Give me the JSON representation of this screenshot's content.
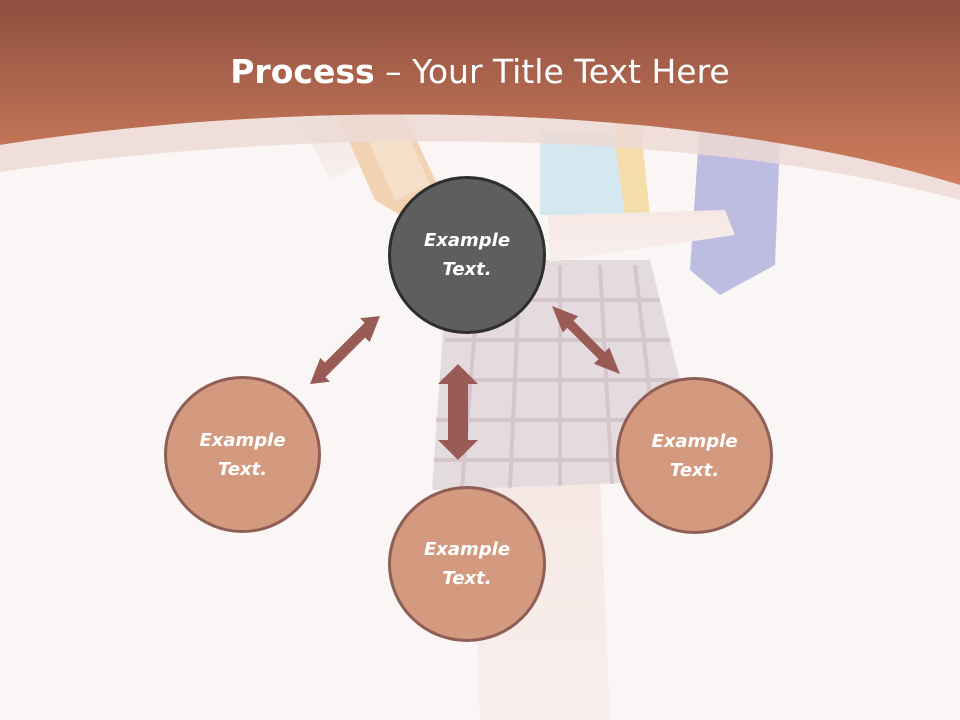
{
  "slide": {
    "title_bold": "Process",
    "title_rest": " – Your Title Text Here"
  },
  "colors": {
    "header": "#c97a5a",
    "center_node": "#5e5e5e",
    "side_node": "#d39a80",
    "arrow": "#9a5a55"
  },
  "diagram": {
    "center": {
      "line1": "Example",
      "line2": "Text."
    },
    "left": {
      "line1": "Example",
      "line2": "Text."
    },
    "bottom": {
      "line1": "Example",
      "line2": "Text."
    },
    "right": {
      "line1": "Example",
      "line2": "Text."
    }
  }
}
